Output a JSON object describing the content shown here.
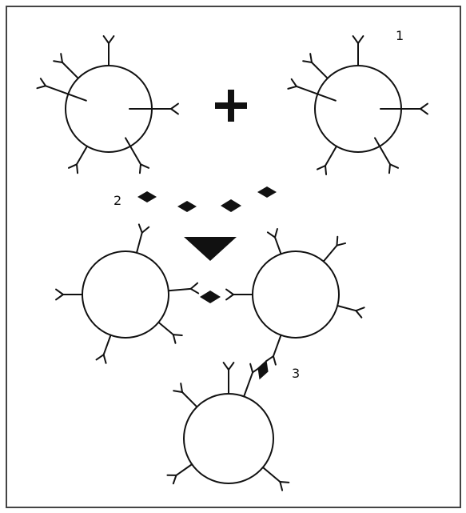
{
  "labels": {
    "step1": "1",
    "step2": "2",
    "step3": "3"
  },
  "symbols": {
    "plus": "plus-sign",
    "arrow": "down-arrow"
  },
  "colors": {
    "line": "#111111",
    "fill": "#111111",
    "frame": "#555555",
    "background": "#ffffff"
  }
}
